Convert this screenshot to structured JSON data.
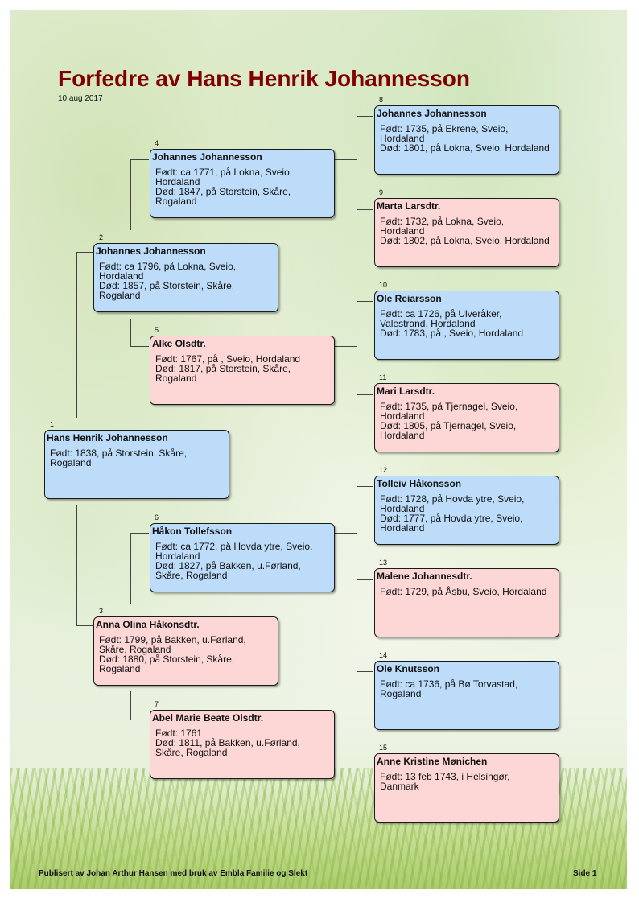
{
  "title": "Forfedre av Hans Henrik Johannesson",
  "date": "10 aug 2017",
  "footer": {
    "publisher": "Publisert av Johan Arthur Hansen med bruk av Embla Familie og Slekt",
    "page": "Side 1"
  },
  "persons": {
    "p1": {
      "num": "1",
      "name": "Hans Henrik Johannesson",
      "born": "Født: 1838, på Storstein, Skåre, Rogaland",
      "died": ""
    },
    "p2": {
      "num": "2",
      "name": "Johannes Johannesson",
      "born": "Født: ca 1796, på Lokna, Sveio, Hordaland",
      "died": "Død: 1857, på Storstein, Skåre, Rogaland"
    },
    "p3": {
      "num": "3",
      "name": "Anna Olina Håkonsdtr.",
      "born": "Født: 1799, på Bakken, u.Førland, Skåre, Rogaland",
      "died": "Død: 1880, på Storstein, Skåre, Rogaland"
    },
    "p4": {
      "num": "4",
      "name": "Johannes Johannesson",
      "born": "Født: ca 1771, på Lokna, Sveio, Hordaland",
      "died": "Død: 1847, på Storstein, Skåre, Rogaland"
    },
    "p5": {
      "num": "5",
      "name": "Alke Olsdtr.",
      "born": "Født: 1767, på , Sveio, Hordaland",
      "died": "Død: 1817, på Storstein, Skåre, Rogaland"
    },
    "p6": {
      "num": "6",
      "name": "Håkon Tollefsson",
      "born": "Født: ca 1772, på Hovda ytre, Sveio, Hordaland",
      "died": "Død: 1827, på Bakken, u.Førland, Skåre, Rogaland"
    },
    "p7": {
      "num": "7",
      "name": "Abel Marie Beate Olsdtr.",
      "born": "Født: 1761",
      "died": "Død: 1811, på Bakken, u.Førland, Skåre, Rogaland"
    },
    "p8": {
      "num": "8",
      "name": "Johannes Johannesson",
      "born": "Født: 1735, på Ekrene, Sveio, Hordaland",
      "died": "Død: 1801, på Lokna, Sveio, Hordaland"
    },
    "p9": {
      "num": "9",
      "name": "Marta Larsdtr.",
      "born": "Født: 1732, på Lokna, Sveio, Hordaland",
      "died": "Død: 1802, på Lokna, Sveio, Hordaland"
    },
    "p10": {
      "num": "10",
      "name": "Ole Reiarsson",
      "born": "Født: ca 1726, på Ulveråker, Valestrand, Hordaland",
      "died": "Død: 1783, på , Sveio, Hordaland"
    },
    "p11": {
      "num": "11",
      "name": "Mari Larsdtr.",
      "born": "Født: 1735, på Tjernagel, Sveio, Hordaland",
      "died": "Død: 1805, på Tjernagel, Sveio, Hordaland"
    },
    "p12": {
      "num": "12",
      "name": "Tolleiv Håkonsson",
      "born": "Født: 1728, på Hovda ytre, Sveio, Hordaland",
      "died": "Død: 1777, på Hovda ytre, Sveio, Hordaland"
    },
    "p13": {
      "num": "13",
      "name": "Malene Johannesdtr.",
      "born": "Født: 1729, på Åsbu, Sveio, Hordaland",
      "died": ""
    },
    "p14": {
      "num": "14",
      "name": "Ole Knutsson",
      "born": "Født: ca 1736, på Bø Torvastad, Rogaland",
      "died": ""
    },
    "p15": {
      "num": "15",
      "name": "Anne Kristine Mønichen",
      "born": "Født: 13 feb 1743, i Helsingør, Danmark",
      "died": ""
    }
  },
  "colors": {
    "male": "#bcdcfa",
    "female": "#fdd6d6",
    "title": "#800000"
  }
}
